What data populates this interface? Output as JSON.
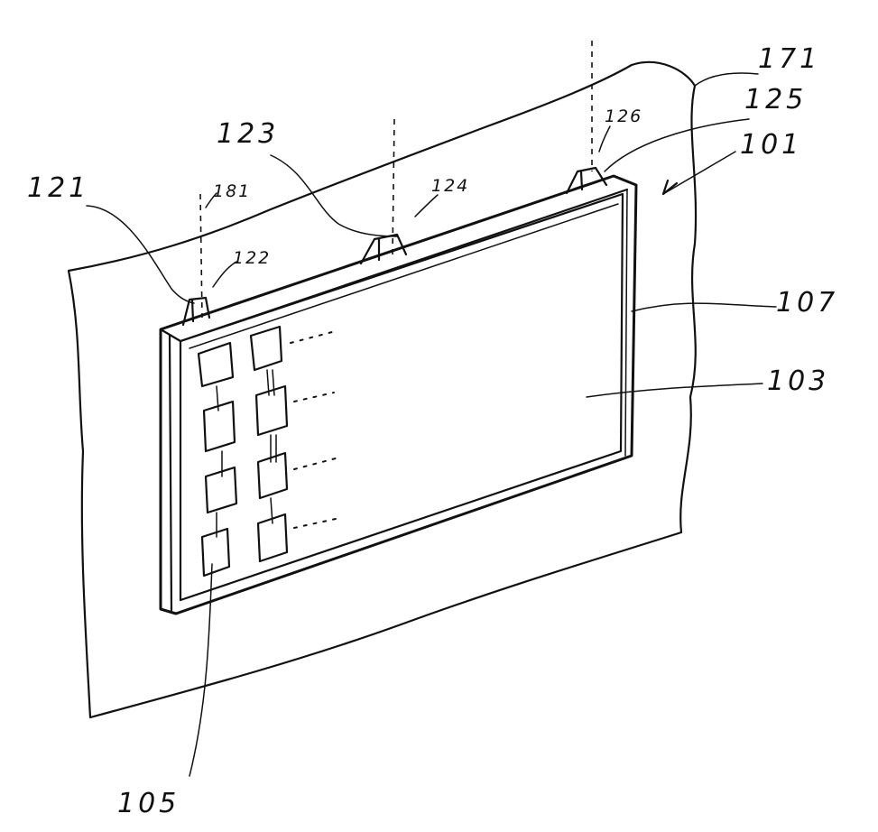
{
  "labels": {
    "wall": "171",
    "device": "101",
    "bracket_right": "125",
    "hook_right": "126",
    "bracket_mid": "123",
    "hook_mid": "124",
    "bracket_left": "121",
    "axis_left": "181",
    "hook_left": "122",
    "frame": "107",
    "display_surface": "103",
    "cells": "105"
  }
}
